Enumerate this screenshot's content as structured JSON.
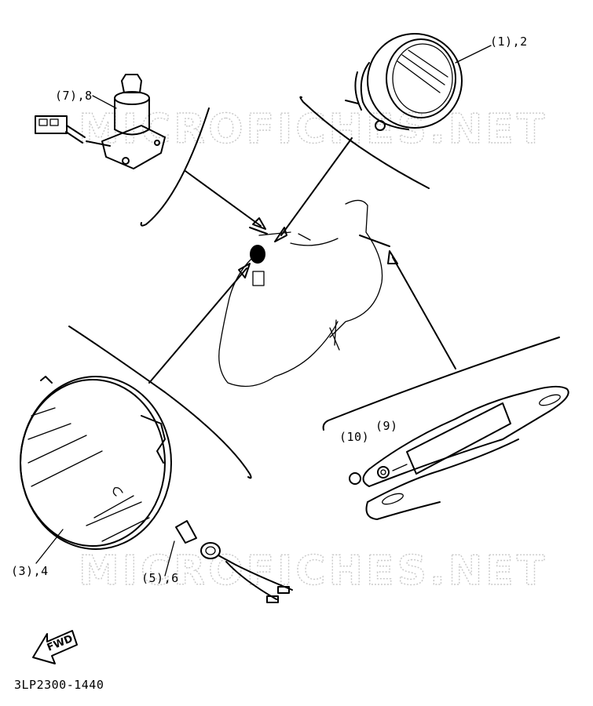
{
  "diagram": {
    "part_labels": [
      {
        "key": "headlight_rim",
        "text": "(1),2"
      },
      {
        "key": "main_switch",
        "text": "(7),8"
      },
      {
        "key": "headlight_unit",
        "text": "(3),4"
      },
      {
        "key": "bulb",
        "text": "(5),6"
      },
      {
        "key": "nut",
        "text": "(10)"
      },
      {
        "key": "washer",
        "text": "(9)"
      }
    ],
    "fwd_label": "FWD",
    "diagram_code": "3LP2300-1440",
    "watermarks": [
      "MICROFICHES.NET",
      "MICROFICHES.NET"
    ]
  }
}
